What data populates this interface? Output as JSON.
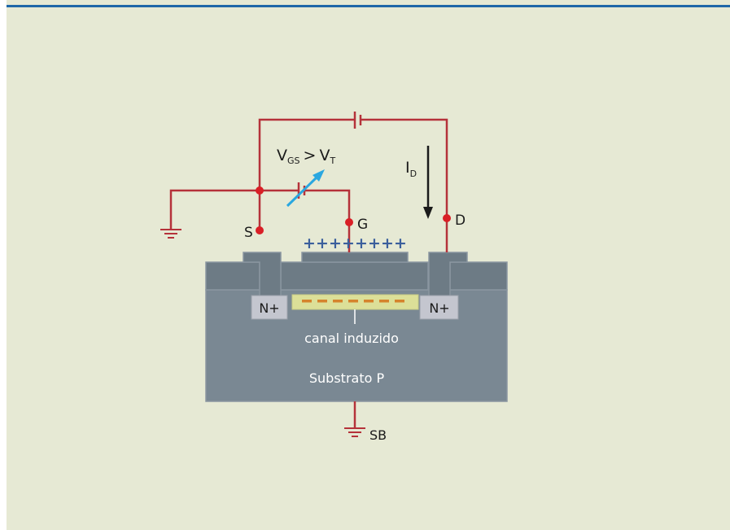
{
  "colors": {
    "background": "#e6e9d4",
    "top_rule": "#1f67a8",
    "wire": "#b5323a",
    "node": "#d91f26",
    "substrate": "#7a8893",
    "oxide": "#6d7b85",
    "n_region": "#c4c6cf",
    "channel": "#dcdf98",
    "channel_charge": "#d5832c",
    "gate_charge": "#3b5f9c",
    "arrow_blue": "#2aa7e0"
  },
  "labels": {
    "vgs_main": "V",
    "vgs_sub": "GS",
    "vgs_op": ">",
    "vt_main": "V",
    "vt_sub": "T",
    "id_main": "I",
    "id_sub": "D",
    "source": "S",
    "gate": "G",
    "drain": "D",
    "n_left": "N+",
    "n_right": "N+",
    "channel": "canal induzido",
    "substrate": "Substrato P",
    "substrate_body": "SB"
  },
  "gate_charges": [
    "+",
    "+",
    "+",
    "+",
    "+",
    "+",
    "+",
    "+"
  ],
  "channel_charges": [
    "-",
    "-",
    "-",
    "-",
    "-",
    "-",
    "-"
  ],
  "icons": [
    "ground-icon",
    "battery-icon",
    "variable-arrow-icon",
    "current-arrow-icon"
  ]
}
